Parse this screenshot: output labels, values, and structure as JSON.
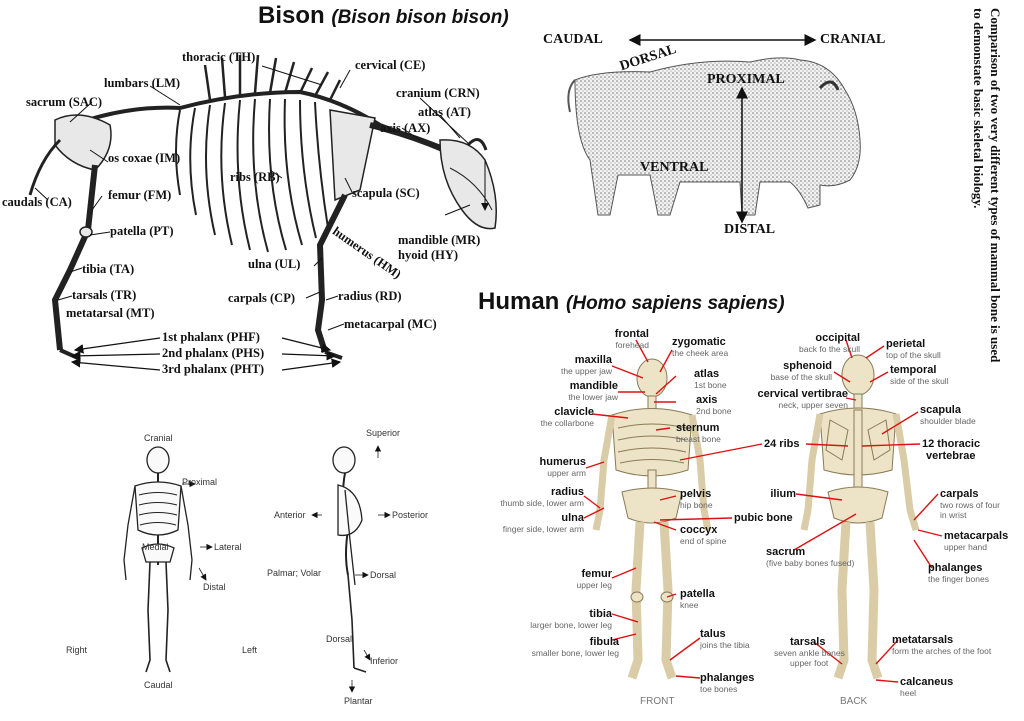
{
  "bison": {
    "title": "Bison",
    "species": "(Bison bison bison)",
    "labels": {
      "thoracic": "thoracic (TH)",
      "cervical": "cervical (CE)",
      "lumbars": "lumbars (LM)",
      "cranium": "cranium (CRN)",
      "atlas": "atlas (AT)",
      "axis": "axis (AX)",
      "sacrum": "sacrum (SAC)",
      "os_coxae": "os coxae (IM)",
      "ribs": "ribs (RB)",
      "scapula": "scapula (SC)",
      "caudals": "caudals (CA)",
      "femur": "femur (FM)",
      "patella": "patella (PT)",
      "mandible": "mandible (MR)",
      "hyoid": "hyoid (HY)",
      "humerus": "humerus (HM)",
      "tibia": "tibia (TA)",
      "ulna": "ulna (UL)",
      "tarsals": "tarsals (TR)",
      "carpals": "carpals (CP)",
      "radius": "radius (RD)",
      "metatarsal": "metatarsal (MT)",
      "metacarpal": "metacarpal (MC)",
      "phalanx1": "1st  phalanx (PHF)",
      "phalanx2": "2nd  phalanx (PHS)",
      "phalanx3": "3rd  phalanx (PHT)"
    },
    "directions": {
      "caudal": "CAUDAL",
      "cranial": "CRANIAL",
      "dorsal": "DORSAL",
      "proximal": "PROXIMAL",
      "ventral": "VENTRAL",
      "distal": "DISTAL"
    }
  },
  "note": {
    "line1": "Comparison of two  very different types of mammal bone is used",
    "line2": "to demonstate basic skeletal biology."
  },
  "anatomical": {
    "front": {
      "cranial": "Cranial",
      "proximal": "Proximal",
      "medial": "Medial",
      "lateral": "Lateral",
      "distal": "Distal",
      "right": "Right",
      "left": "Left",
      "caudal": "Caudal"
    },
    "side": {
      "superior": "Superior",
      "anterior": "Anterior",
      "posterior": "Posterior",
      "palmar": "Palmar; Volar",
      "dorsal_upper": "Dorsal",
      "dorsal_lower": "Dorsal",
      "inferior": "Inferior",
      "plantar": "Plantar"
    }
  },
  "human": {
    "title": "Human",
    "species": "(Homo sapiens sapiens)",
    "front_caption": "FRONT",
    "back_caption": "BACK",
    "bones": {
      "frontal": {
        "name": "frontal",
        "desc": "forehead"
      },
      "zygomatic": {
        "name": "zygomatic",
        "desc": "the cheek area"
      },
      "maxilla": {
        "name": "maxilla",
        "desc": "the upper jaw"
      },
      "atlas": {
        "name": "atlas",
        "desc": "1st bone"
      },
      "mandible": {
        "name": "mandible",
        "desc": "the lower jaw"
      },
      "axis": {
        "name": "axis",
        "desc": "2nd bone"
      },
      "clavicle": {
        "name": "clavicle",
        "desc": "the collarbone"
      },
      "sternum": {
        "name": "sternum",
        "desc": "breast bone"
      },
      "ribs": {
        "name": "24 ribs",
        "desc": ""
      },
      "humerus": {
        "name": "humerus",
        "desc": "upper arm"
      },
      "radius": {
        "name": "radius",
        "desc": "thumb side, lower arm"
      },
      "pelvis": {
        "name": "pelvis",
        "desc": "hip bone"
      },
      "pubic": {
        "name": "pubic bone",
        "desc": ""
      },
      "ulna": {
        "name": "ulna",
        "desc": "finger side, lower arm"
      },
      "coccyx": {
        "name": "coccyx",
        "desc": "end of spine"
      },
      "femur": {
        "name": "femur",
        "desc": "upper leg"
      },
      "patella": {
        "name": "patella",
        "desc": "knee"
      },
      "tibia": {
        "name": "tibia",
        "desc": "larger bone, lower leg"
      },
      "fibula": {
        "name": "fibula",
        "desc": "smaller bone, lower leg"
      },
      "talus": {
        "name": "talus",
        "desc": "joins the tibia"
      },
      "phalanges_front": {
        "name": "phalanges",
        "desc": "toe bones"
      },
      "occipital": {
        "name": "occipital",
        "desc": "back fo the skull"
      },
      "perietal": {
        "name": "perietal",
        "desc": "top of the skull"
      },
      "sphenoid": {
        "name": "sphenoid",
        "desc": "base of the skull"
      },
      "temporal": {
        "name": "temporal",
        "desc": "side of the skull"
      },
      "cervical": {
        "name": "cervical vertibrae",
        "desc": "neck, upper seven"
      },
      "scapula": {
        "name": "scapula",
        "desc": "shoulder blade"
      },
      "thoracic": {
        "name": "12 thoracic",
        "desc": "vertebrae"
      },
      "ilium": {
        "name": "ilium",
        "desc": ""
      },
      "carpals": {
        "name": "carpals",
        "desc": "two rows of four",
        "desc2": "in wrist"
      },
      "sacrum": {
        "name": "sacrum",
        "desc": "(five baby bones fused)"
      },
      "metacarpals": {
        "name": "metacarpals",
        "desc": "upper hand"
      },
      "phalanges_back": {
        "name": "phalanges",
        "desc": "the finger bones"
      },
      "tarsals": {
        "name": "tarsals",
        "desc": "seven ankle bones",
        "desc2": "upper foot"
      },
      "metatarsals": {
        "name": "metatarsals",
        "desc": "form the arches of the foot"
      },
      "calcaneus": {
        "name": "calcaneus",
        "desc": "heel"
      }
    }
  }
}
